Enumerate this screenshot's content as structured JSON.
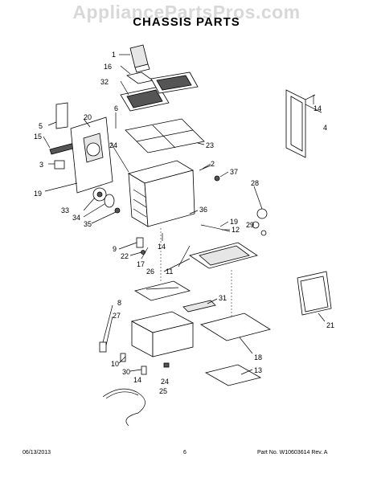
{
  "watermark": "AppliancePartsPros.com",
  "title": "CHASSIS PARTS",
  "footer": {
    "date": "06/13/2013",
    "page": "6",
    "part_number": "Part No. W10603614  Rev. A"
  },
  "callouts": [
    "1",
    "16",
    "32",
    "6",
    "20",
    "5",
    "15",
    "24",
    "3",
    "23",
    "19",
    "2",
    "37",
    "33",
    "34",
    "35",
    "36",
    "14",
    "28",
    "29",
    "19",
    "12",
    "9",
    "22",
    "17",
    "26",
    "11",
    "14",
    "8",
    "27",
    "31",
    "4",
    "21",
    "10",
    "30",
    "14",
    "24",
    "25",
    "18",
    "13"
  ]
}
